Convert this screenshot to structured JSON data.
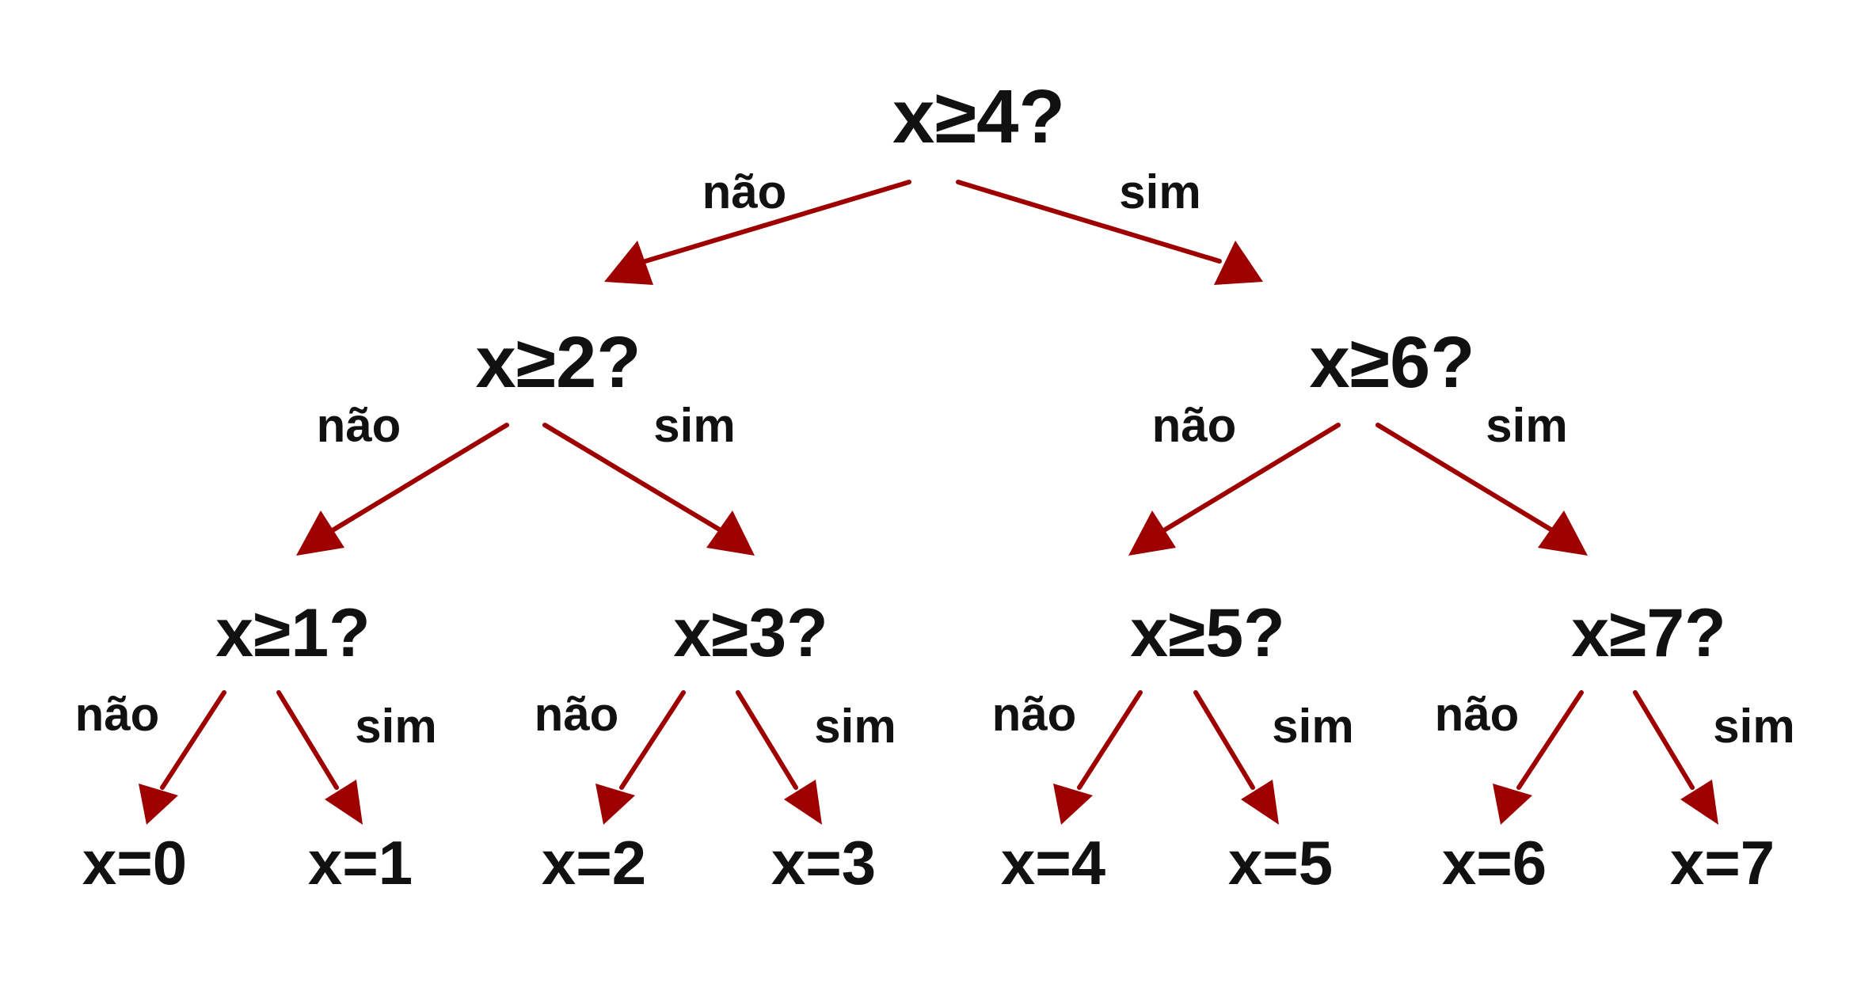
{
  "diagram": {
    "arrow_color": "#9e0000",
    "text_color": "#111111",
    "questions": {
      "root": "x≥4?",
      "l": "x≥2?",
      "r": "x≥6?",
      "ll": "x≥1?",
      "lr": "x≥3?",
      "rl": "x≥5?",
      "rr": "x≥7?"
    },
    "leaves": [
      "x=0",
      "x=1",
      "x=2",
      "x=3",
      "x=4",
      "x=5",
      "x=6",
      "x=7"
    ],
    "edge_labels": {
      "no": "não",
      "yes": "sim"
    }
  }
}
